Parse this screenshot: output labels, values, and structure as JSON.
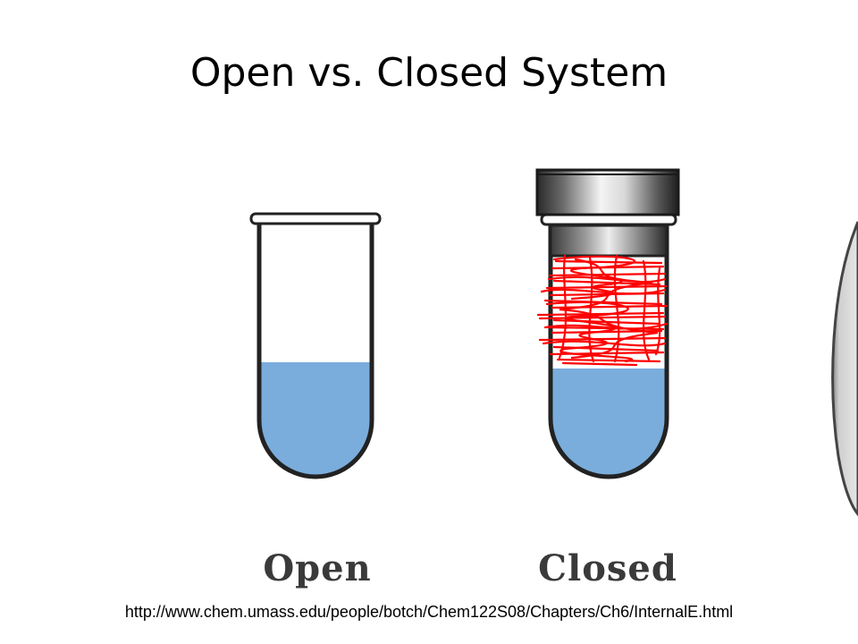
{
  "slide": {
    "title": "Open vs. Closed System",
    "source_url": "http://www.chem.umass.edu/people/botch/Chem122S08/Chapters/Ch6/InternalE.html"
  },
  "figure": {
    "tubes": [
      {
        "label": "Open",
        "liquid_fill_fraction": 0.45,
        "capped": false
      },
      {
        "label": "Closed",
        "liquid_fill_fraction": 0.41,
        "capped": true
      }
    ],
    "colors": {
      "liquid": "#7aaddc",
      "tube_outline": "#222222",
      "cap_dark": "#3a3a3a",
      "cap_light": "#f2f2f2",
      "scribble": "#ff0000"
    }
  }
}
